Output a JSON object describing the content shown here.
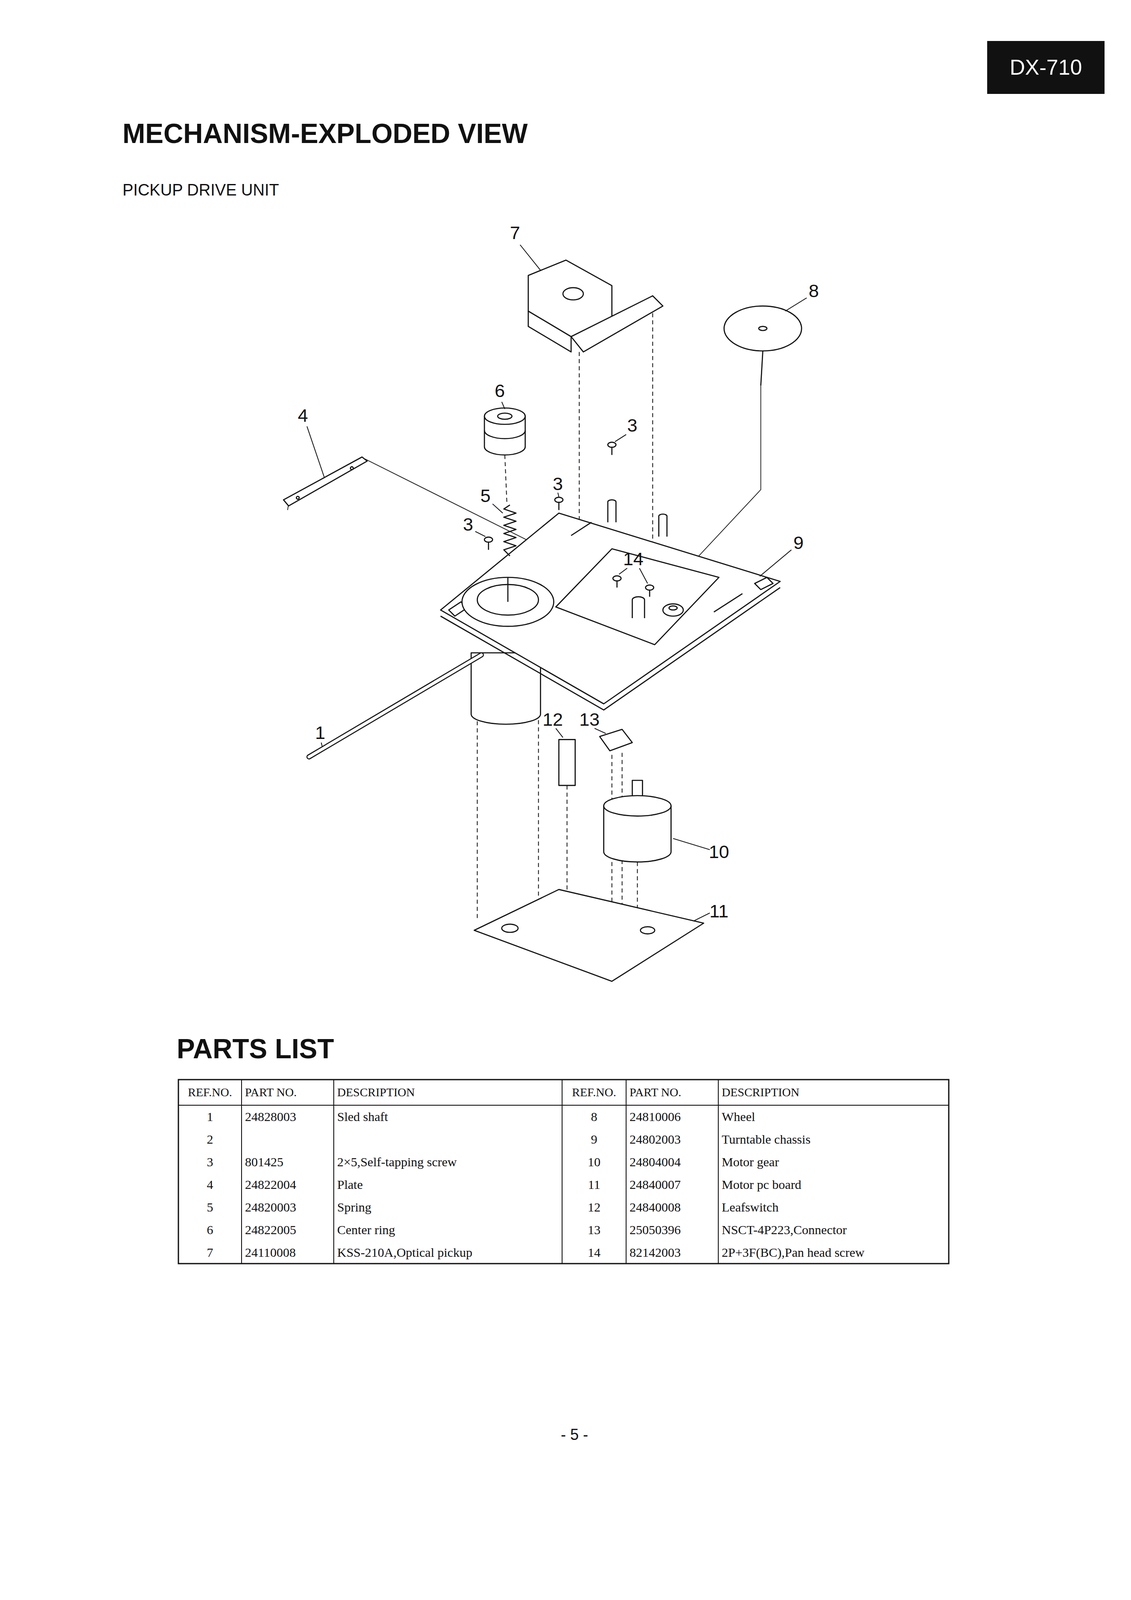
{
  "diagram": {
    "title": "MECHANISM-EXPLODED VIEW",
    "nodes": [
      {
        "text": [
          "DX-710"
        ]
      }
    ],
    "labels": [
      "PICKUP DRIVE UNIT",
      "7",
      "8",
      "6",
      "4",
      "3",
      "3",
      "5",
      "3",
      "14",
      "9",
      "1",
      "12",
      "13",
      "10",
      "11",
      "PARTS LIST",
      "REF.NO.",
      "PART NO.",
      "DESCRIPTION",
      "REF.NO.",
      "PART NO.",
      "DESCRIPTION",
      "1",
      "24828003",
      "Sled shaft",
      "8",
      "24810006",
      "Wheel",
      "2",
      "9",
      "24802003",
      "Turntable chassis",
      "3",
      "801425",
      "2×5,Self-tapping screw",
      "10",
      "24804004",
      "Motor gear",
      "4",
      "24822004",
      "Plate",
      "11",
      "24840007",
      "Motor pc board",
      "5",
      "24820003",
      "Spring",
      "12",
      "24840008",
      "Leafswitch",
      "6",
      "24822005",
      "Center ring",
      "13",
      "25050396",
      "NSCT-4P223,Connector",
      "7",
      "24110008",
      "KSS-210A,Optical pickup",
      "14",
      "82142003",
      "2P+3F(BC),Pan head screw",
      "- 5 -"
    ]
  }
}
